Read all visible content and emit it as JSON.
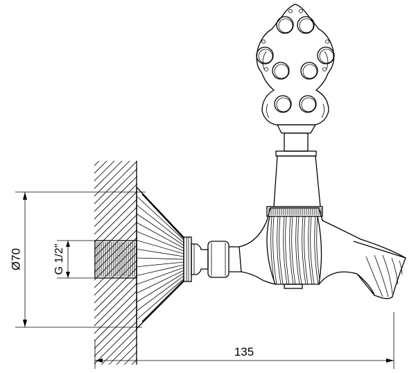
{
  "dimensions": {
    "diameter": "Ø70",
    "thread": "G 1/2\"",
    "length": "135"
  },
  "colors": {
    "line": "#000000",
    "background": "#ffffff"
  }
}
